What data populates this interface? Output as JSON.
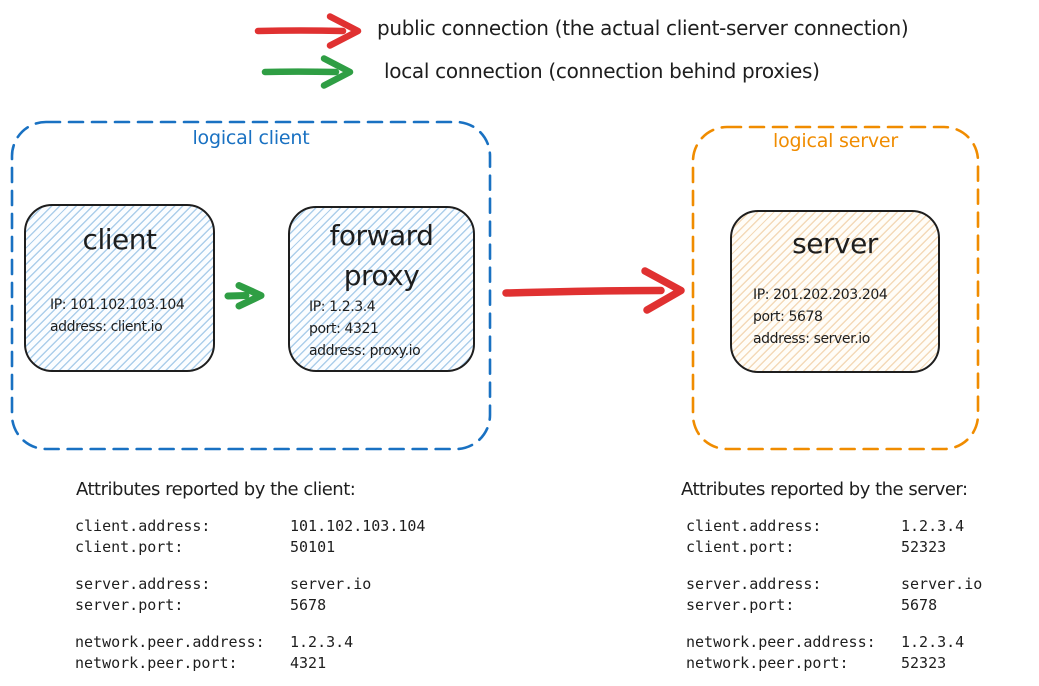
{
  "colors": {
    "ink": "#1e1e1e",
    "blue": "#1971c2",
    "orange": "#f08c00",
    "red": "#e03131",
    "green": "#2f9e44"
  },
  "legend": {
    "public_label": "public connection (the actual client-server connection)",
    "local_label": "local connection (connection behind proxies)"
  },
  "logical_client": {
    "label": "logical client",
    "client": {
      "title": "client",
      "lines": [
        "IP: 101.102.103.104",
        "address: client.io"
      ]
    },
    "proxy": {
      "title": "forward proxy",
      "lines": [
        "IP: 1.2.3.4",
        "port: 4321",
        "address: proxy.io"
      ]
    }
  },
  "logical_server": {
    "label": "logical server",
    "server": {
      "title": "server",
      "lines": [
        "IP: 201.202.203.204",
        "port: 5678",
        "address: server.io"
      ]
    }
  },
  "client_report": {
    "heading": "Attributes reported by the client:",
    "groups": [
      {
        "rows": [
          {
            "key": "client.address:",
            "value": "101.102.103.104"
          },
          {
            "key": "client.port:",
            "value": "50101"
          }
        ]
      },
      {
        "rows": [
          {
            "key": "server.address:",
            "value": "server.io"
          },
          {
            "key": "server.port:",
            "value": "5678"
          }
        ]
      },
      {
        "rows": [
          {
            "key": "network.peer.address:",
            "value": "1.2.3.4"
          },
          {
            "key": "network.peer.port:",
            "value": "4321"
          }
        ]
      }
    ]
  },
  "server_report": {
    "heading": "Attributes reported by the server:",
    "groups": [
      {
        "rows": [
          {
            "key": "client.address:",
            "value": "1.2.3.4"
          },
          {
            "key": "client.port:",
            "value": "52323"
          }
        ]
      },
      {
        "rows": [
          {
            "key": "server.address:",
            "value": "server.io"
          },
          {
            "key": "server.port:",
            "value": "5678"
          }
        ]
      },
      {
        "rows": [
          {
            "key": "network.peer.address:",
            "value": "1.2.3.4"
          },
          {
            "key": "network.peer.port:",
            "value": "52323"
          }
        ]
      }
    ]
  }
}
